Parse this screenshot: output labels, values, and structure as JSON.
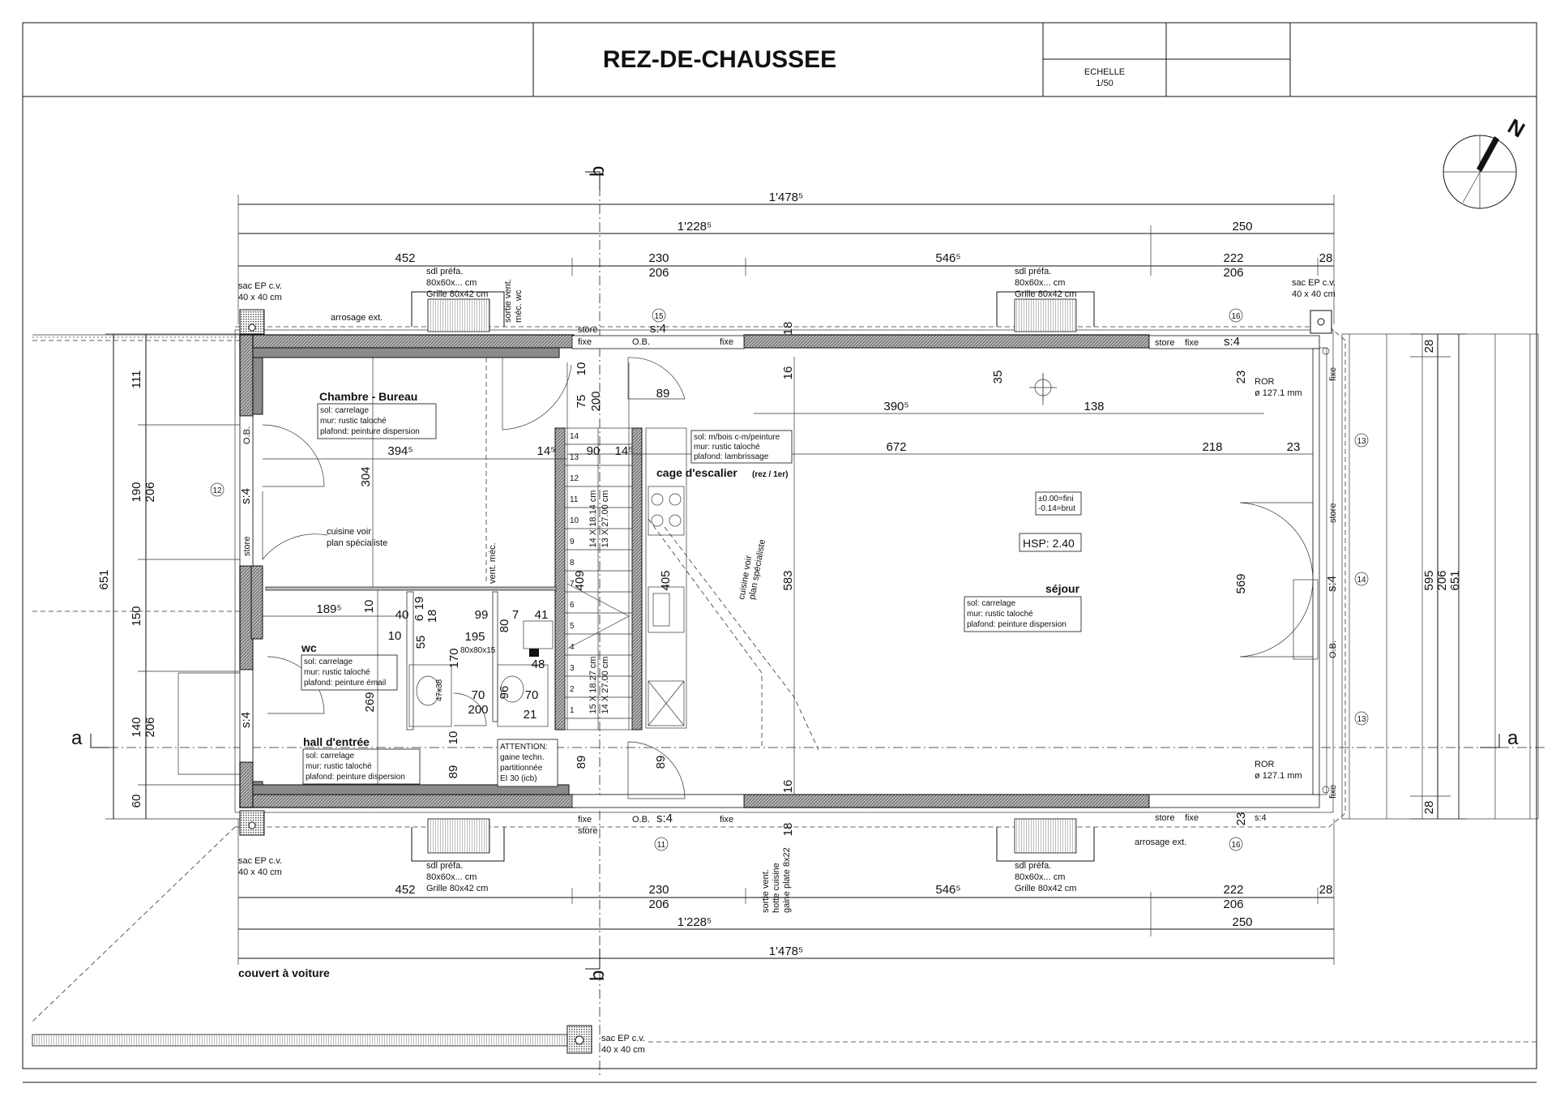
{
  "header": {
    "title": "REZ-DE-CHAUSSEE",
    "scale_label": "ECHELLE",
    "scale_value": "1/50"
  },
  "compass": {
    "north": "N"
  },
  "sections": {
    "b_top": "b",
    "b_bottom": "b",
    "a_left": "a",
    "a_right": "a"
  },
  "dims_top": {
    "overall": "1'478⁵",
    "inner": "1'228⁵",
    "right": "250",
    "seg1": "452",
    "seg2a": "230",
    "seg2b": "206",
    "seg3": "546⁵",
    "seg4a": "222",
    "seg4b": "206",
    "seg5": "28"
  },
  "dims_bottom": {
    "overall": "1'478⁵",
    "inner": "1'228⁵",
    "right": "250",
    "seg1": "452",
    "seg2a": "230",
    "seg2b": "206",
    "seg3": "546⁵",
    "seg4a": "222",
    "seg4b": "206",
    "seg5": "28"
  },
  "dims_left": {
    "d111": "111",
    "d190": "190",
    "d206a": "206",
    "d651": "651",
    "d150": "150",
    "d140": "140",
    "d206b": "206",
    "d60": "60"
  },
  "dims_right": {
    "d28a": "28",
    "d595": "595",
    "d206": "206",
    "d651": "651",
    "d28b": "28"
  },
  "rooms": {
    "chambre": {
      "name": "Chambre - Bureau",
      "sol": "sol: carrelage",
      "mur": "mur: rustic taloché",
      "plafond": "plafond: peinture dispersion"
    },
    "wc": {
      "name": "wc",
      "sol": "sol: carrelage",
      "mur": "mur: rustic taloché",
      "plafond": "plafond: peinture émail"
    },
    "hall": {
      "name": "hall d'entrée",
      "sol": "sol: carrelage",
      "mur": "mur: rustic taloché",
      "plafond": "plafond: peinture dispersion"
    },
    "escalier": {
      "name": "cage d'escalier",
      "sub": "(rez / 1er)",
      "sol": "sol: m/bois c-m/peinture",
      "mur": "mur: rustic taloché",
      "plafond": "plafond: lambrissage"
    },
    "sejour": {
      "name": "séjour",
      "sol": "sol: carrelage",
      "mur": "mur: rustic taloché",
      "plafond": "plafond: peinture dispersion"
    }
  },
  "notes": {
    "level1": "±0.00=fini",
    "level2": "-0.14=brut",
    "hsp": "HSP: 2.40",
    "cuisine": "cuisine voir",
    "cuisine2": "plan spécialiste",
    "cuisine_v1": "cuisine voir",
    "cuisine_v2": "plan spécialiste",
    "attention1": "ATTENTION:",
    "attention2": "gaine techn.",
    "attention3": "partitionnée",
    "attention4": "EI 30 (icb)",
    "vent_mec": "vent. méc.",
    "sortie_vent1": "sortie vent.",
    "sortie_vent2": "méc. wc",
    "sortie_hotte1": "sortie vent.",
    "sortie_hotte2": "hotte cuisine",
    "sortie_hotte3": "gaine plate 8x22",
    "couvert": "couvert à voiture",
    "arrosage_top": "arrosage ext.",
    "arrosage_bot": "arrosage ext.",
    "sac_tl1": "sac EP c.v.",
    "sac_tl2": "40 x 40 cm",
    "sac_tr1": "sac EP c.v.",
    "sac_tr2": "40 x 40 cm",
    "sac_bl1": "sac EP c.v.",
    "sac_bl2": "40 x 40 cm",
    "sac_b1": "sac EP c.v.",
    "sac_b2": "40 x 40 cm",
    "sdl1": "sdl préfa.",
    "sdl2": "80x60x... cm",
    "sdl3": "Grille 80x42 cm",
    "ror1": "ROR",
    "ror2": "ø 127.1 mm",
    "stairs_up1": "14 X 18.14 cm",
    "stairs_up2": "13 X 27.00 cm",
    "stairs_dn1": "15 X 18.27 cm",
    "stairs_dn2": "14 X 27.00 cm",
    "shower": "80x80x15",
    "basin": "47x38"
  },
  "labels": {
    "store": "store",
    "fixe": "fixe",
    "ob": "O.B.",
    "s4": "s:4",
    "c15": "15",
    "c16": "16",
    "c12": "12",
    "c13": "13",
    "c14": "14",
    "c11": "11"
  },
  "inner_dims": {
    "d394": "394⁵",
    "d304": "304",
    "d189": "189⁵",
    "d269": "269",
    "d10a": "10",
    "d10b": "10",
    "d40": "40",
    "d6": "6",
    "d19": "19",
    "d18": "18",
    "d99": "99",
    "d7": "7",
    "d41": "41",
    "d55": "55",
    "d195": "195",
    "d170": "170",
    "d80": "80",
    "d48": "48",
    "d70a": "70",
    "d70b": "70",
    "d200": "200",
    "d96": "96",
    "d21": "21",
    "d89a": "89",
    "d89b": "89",
    "d89c": "89",
    "d10c": "10",
    "d75": "75",
    "d200b": "200",
    "d10d": "10",
    "d145a": "14⁵",
    "d90": "90",
    "d145b": "14⁵",
    "d409": "409",
    "d405": "405",
    "d583": "583",
    "d16a": "16",
    "d16b": "16",
    "d390": "390⁵",
    "d138": "138",
    "d35": "35",
    "d672": "672",
    "d218": "218",
    "d23a": "23",
    "d23b": "23",
    "d23c": "23",
    "d569": "569",
    "d18b": "18",
    "d18c": "18"
  }
}
